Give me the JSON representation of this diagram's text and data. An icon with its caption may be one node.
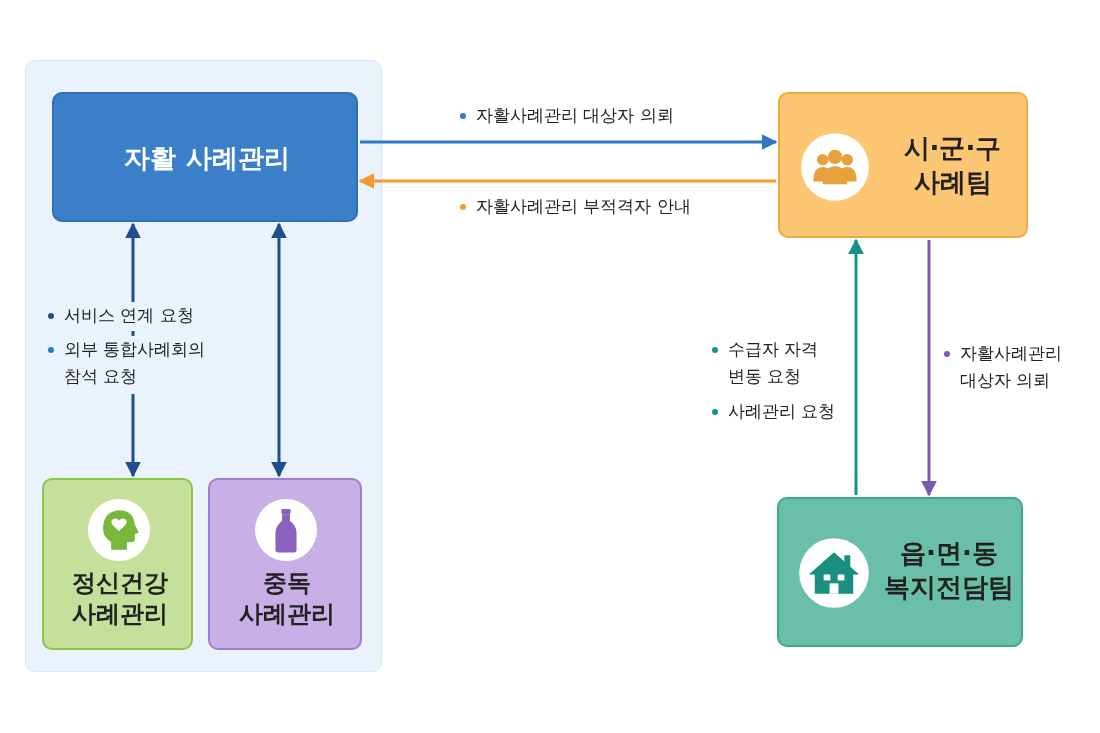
{
  "diagram": {
    "nodes": [
      {
        "text": [
          "자활 사례관리"
        ]
      },
      {
        "text": [
          "시·군·구 사례팀"
        ]
      },
      {
        "text": [
          "정신건강 사례관리"
        ]
      },
      {
        "text": [
          "중독 사례관리"
        ]
      },
      {
        "text": [
          "읍·면·동 복지전담팀"
        ]
      }
    ],
    "edges": [
      {
        "from": 0,
        "to": 1,
        "arrow": "to",
        "label": "자활사례관리 대상자 의뢰",
        "color": "#2f78c8"
      },
      {
        "from": 1,
        "to": 0,
        "arrow": "to",
        "label": "자활사례관리 부적격자 안내",
        "color": "#f39a2c"
      },
      {
        "from": 0,
        "to": 2,
        "arrow": "both",
        "label": "서비스 연계 요청",
        "color": "#1f4e8c"
      },
      {
        "from": 0,
        "to": 3,
        "arrow": "both",
        "color": "#1f4e8c"
      },
      {
        "from": 4,
        "to": 1,
        "arrow": "to",
        "label": "수급자 자격 변동 요청",
        "color": "#17918a"
      },
      {
        "from": 1,
        "to": 4,
        "arrow": "to",
        "label": "자활사례관리 대상자 의뢰",
        "color": "#7c58b0"
      }
    ],
    "labels": [
      "외부 통합사례회의 참석 요청",
      "사례관리 요청"
    ]
  }
}
